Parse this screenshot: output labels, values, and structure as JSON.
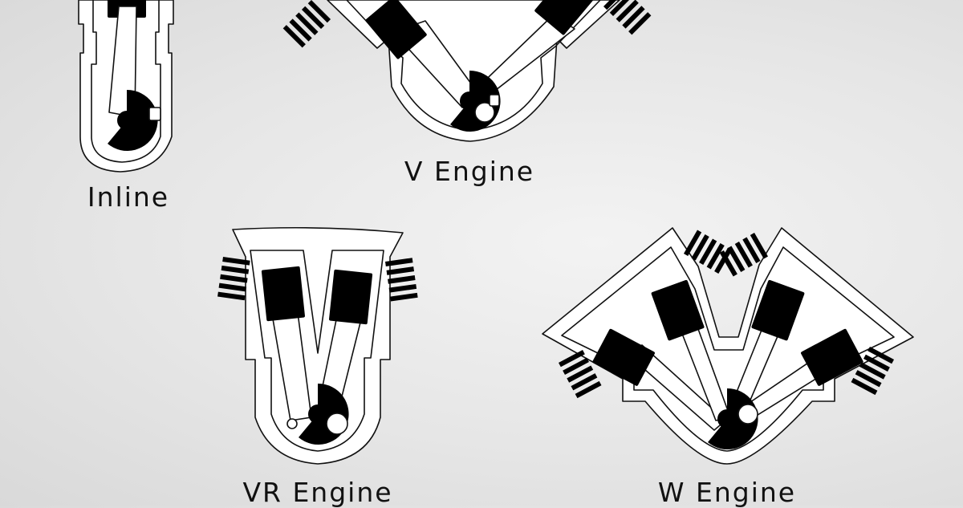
{
  "engines": [
    {
      "id": "inline",
      "label": "Inline"
    },
    {
      "id": "v",
      "label": "V Engine"
    },
    {
      "id": "vr",
      "label": "VR Engine"
    },
    {
      "id": "w",
      "label": "W Engine"
    }
  ]
}
